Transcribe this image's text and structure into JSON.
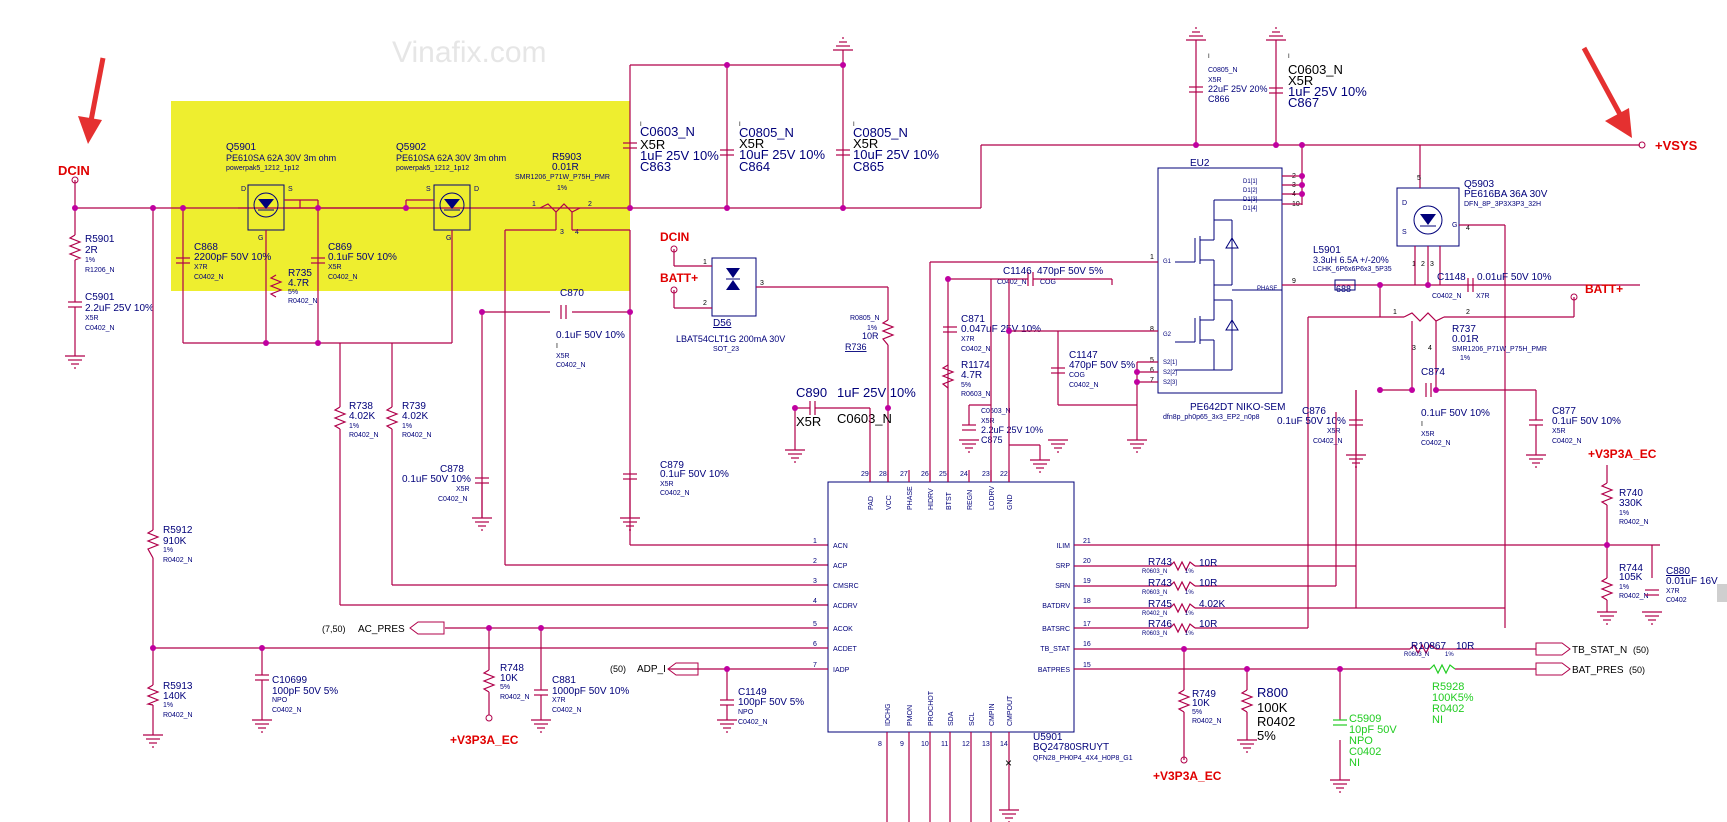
{
  "watermark": "Vinafix.com",
  "power_labels": {
    "dcin_left": "DCIN",
    "vsys": "+VSYS",
    "dcin_mid": "DCIN",
    "batt_mid": "BATT+",
    "batt_right": "BATT+",
    "v3p3a_ec_right": "+V3P3A_EC",
    "v3p3a_ec_bl": "+V3P3A_EC",
    "v3p3a_ec_bm": "+V3P3A_EC"
  },
  "q5901": {
    "ref": "Q5901",
    "val": "PE610SA 62A 30V 3m ohm",
    "pkg": "powerpak5_1212_1p12"
  },
  "q5902": {
    "ref": "Q5902",
    "val": "PE610SA 62A 30V 3m ohm",
    "pkg": "powerpak5_1212_1p12"
  },
  "r5903": {
    "ref": "R5903",
    "val": "0.01R",
    "pkg": "SMR1206_P71W_P75H_PMR",
    "tol": "1%"
  },
  "r5901": {
    "ref": "R5901",
    "val": "2R",
    "tol": "1%",
    "pkg": "R1206_N"
  },
  "c5901": {
    "ref": "C5901",
    "val": "2.2uF 25V 10%",
    "diel": "X5R",
    "pkg": "C0402_N"
  },
  "c868": {
    "ref": "C868",
    "val": "2200pF 50V 10%",
    "diel": "X7R",
    "pkg": "C0402_N"
  },
  "r735": {
    "ref": "R735",
    "val": "4.7R",
    "tol": "5%",
    "pkg": "R0402_N"
  },
  "c869": {
    "ref": "C869",
    "val": "0.1uF 50V 10%",
    "diel": "X5R",
    "pkg": "C0402_N"
  },
  "c863": {
    "pkg": "C0603_N",
    "diel": "X5R",
    "val": "1uF 25V 10%",
    "ref": "C863"
  },
  "c864": {
    "pkg": "C0805_N",
    "diel": "X5R",
    "val": "10uF 25V 10%",
    "ref": "C864"
  },
  "c865": {
    "pkg": "C0805_N",
    "diel": "X5R",
    "val": "10uF 25V 10%",
    "ref": "C865"
  },
  "c866": {
    "pkg": "C0805_N",
    "diel": "X5R",
    "val": "22uF 25V 20%",
    "ref": "C866"
  },
  "c867": {
    "pkg": "C0603_N",
    "diel": "X5R",
    "val": "1uF 25V 10%",
    "ref": "C867"
  },
  "eu2": {
    "ref": "EU2",
    "val": "PE642DT NIKO-SEM",
    "pkg": "dfn8p_ph0p65_3x3_EP2_n0p8",
    "pins": [
      "D1[1]",
      "D1[2]",
      "D1[3]",
      "D1[4]",
      "G1",
      "PHASE",
      "G2",
      "S2[1]",
      "S2[2]",
      "S2[3]"
    ],
    "pinnums": [
      "2",
      "3",
      "4",
      "10",
      "1",
      "9",
      "8",
      "5",
      "6",
      "7"
    ]
  },
  "q5903": {
    "ref": "Q5903",
    "val": "PE616BA 36A 30V",
    "pkg": "DFN_8P_3P3X3P3_32H"
  },
  "l5901": {
    "ref": "L5901",
    "val": "3.3uH 6.5A +/-20%",
    "pkg": "LCHK_6P6x6P6x3_5P35"
  },
  "c1148": {
    "ref": "C1148",
    "val": "0.01uF 50V  10%",
    "diel": "X7R",
    "pkg": "C0402_N"
  },
  "r737": {
    "ref": "R737",
    "val": "0.01R",
    "pkg": "SMR1206_P71W_P75H_PMR",
    "tol": "1%"
  },
  "c1146": {
    "ref": "C1146",
    "val": "470pF 50V 5%",
    "pkg": "C0402_N",
    "diel": "COG"
  },
  "d56": {
    "ref": "D56",
    "val": "LBAT54CLT1G 200mA 30V",
    "pkg": "SOT_23"
  },
  "r736": {
    "ref": "R736",
    "pkg": "R0805_N",
    "tol": "1%",
    "val": "10R"
  },
  "c870": {
    "ref": "C870",
    "val": "0.1uF 50V 10%",
    "diel": "X5R",
    "pkg": "C0402_N"
  },
  "c871": {
    "ref": "C871",
    "val": "0.047uF 25V 10%",
    "diel": "X7R",
    "pkg": "C0402_N"
  },
  "r1174": {
    "ref": "R1174",
    "val": "4.7R",
    "tol": "5%",
    "pkg": "R0603_N"
  },
  "c875": {
    "pkg": "C0603_N",
    "diel": "X5R",
    "val": "2.2uF 25V 10%",
    "ref": "C875"
  },
  "c1147": {
    "ref": "C1147",
    "val": "470pF 50V 5%",
    "diel": "COG",
    "pkg": "C0402_N"
  },
  "c890": {
    "ref": "C890",
    "val": "1uF 25V 10%",
    "diel": "X5R",
    "pkg": "C0603_N"
  },
  "r738": {
    "ref": "R738",
    "val": "4.02K",
    "tol": "1%",
    "pkg": "R0402_N"
  },
  "r739": {
    "ref": "R739",
    "val": "4.02K",
    "tol": "1%",
    "pkg": "R0402_N"
  },
  "c878": {
    "ref": "C878",
    "val": "0.1uF 50V 10%",
    "diel": "X5R",
    "pkg": "C0402_N"
  },
  "c879": {
    "ref": "C879",
    "val": "0.1uF 50V 10%",
    "diel": "X5R",
    "pkg": "C0402_N"
  },
  "c876": {
    "ref": "C876",
    "val": "0.1uF 50V 10%",
    "diel": "X5R",
    "pkg": "C0402_N"
  },
  "c874": {
    "ref": "C874",
    "val": "0.1uF 50V 10%",
    "diel": "X5R",
    "pkg": "C0402_N"
  },
  "c877": {
    "ref": "C877",
    "val": "0.1uF 50V 10%",
    "diel": "X5R",
    "pkg": "C0402_N"
  },
  "r740": {
    "ref": "R740",
    "val": "330K",
    "tol": "1%",
    "pkg": "R0402_N"
  },
  "r744": {
    "ref": "R744",
    "val": "105K",
    "tol": "1%",
    "pkg": "R0402_N"
  },
  "c880": {
    "ref": "C880",
    "val": "0.01uF 16V",
    "diel": "X7R",
    "pkg": "C0402"
  },
  "r5912": {
    "ref": "R5912",
    "val": "910K",
    "tol": "1%",
    "pkg": "R0402_N"
  },
  "r5913": {
    "ref": "R5913",
    "val": "140K",
    "tol": "1%",
    "pkg": "R0402_N"
  },
  "c10699": {
    "ref": "C10699",
    "val": "100pF 50V 5%",
    "diel": "NPO",
    "pkg": "C0402_N"
  },
  "r748": {
    "ref": "R748",
    "val": "10K",
    "tol": "5%",
    "pkg": "R0402_N"
  },
  "c881": {
    "ref": "C881",
    "val": "1000pF 50V 10%",
    "diel": "X7R",
    "pkg": "C0402_N"
  },
  "c1149": {
    "ref": "C1149",
    "val": "100pF 50V 5%",
    "diel": "NPO",
    "pkg": "C0402_N"
  },
  "r743a": {
    "ref": "R743",
    "val": "10R",
    "pkg": "R0603_N",
    "tol": "1%"
  },
  "r743b": {
    "ref": "R743",
    "val": "10R",
    "pkg": "R0603_N",
    "tol": "1%"
  },
  "r745": {
    "ref": "R745",
    "val": "4.02K",
    "pkg": "R0402_N",
    "tol": "1%"
  },
  "r746": {
    "ref": "R746",
    "val": "10R",
    "pkg": "R0603_N",
    "tol": "1%"
  },
  "r10867": {
    "ref": "R10867",
    "val": "10R",
    "pkg": "R0603_N",
    "tol": "1%"
  },
  "r5928": {
    "ref": "R5928",
    "val": "100K5%",
    "pkg": "R0402",
    "ni": "NI"
  },
  "r749": {
    "ref": "R749",
    "val": "10K",
    "tol": "5%",
    "pkg": "R0402_N"
  },
  "r800": {
    "ref": "R800",
    "val": "100K",
    "pkg": "R0402",
    "tol": "5%"
  },
  "c5909": {
    "ref": "C5909",
    "val": "10pF 50V",
    "diel": "NPO",
    "pkg": "C0402",
    "ni": "NI"
  },
  "u5901": {
    "ref": "U5901",
    "val": "BQ24780SRUYT",
    "pkg": "QFN28_PH0P4_4X4_H0P8_G1",
    "top_pins": [
      "PAD",
      "VCC",
      "PHASE",
      "HIDRV",
      "BTST",
      "REGN",
      "LODRV",
      "GND"
    ],
    "top_nums": [
      "29",
      "28",
      "27",
      "26",
      "25",
      "24",
      "23",
      "22"
    ],
    "left_pins": [
      "ACN",
      "ACP",
      "CMSRC",
      "ACDRV",
      "ACOK",
      "ACDET",
      "IADP"
    ],
    "left_nums": [
      "1",
      "2",
      "3",
      "4",
      "5",
      "6",
      "7"
    ],
    "right_pins": [
      "ILIM",
      "SRP",
      "SRN",
      "BATDRV",
      "BATSRC",
      "TB_STAT",
      "BATPRES"
    ],
    "right_nums": [
      "21",
      "20",
      "19",
      "18",
      "17",
      "16",
      "15"
    ],
    "bottom_pins": [
      "IDCHG",
      "PMON",
      "PROCHOT",
      "SDA",
      "SCL",
      "CMPIN",
      "CMPOUT"
    ],
    "bottom_nums": [
      "8",
      "9",
      "10",
      "11",
      "12",
      "13",
      "14"
    ]
  },
  "signals": {
    "ac_pres": "AC_PRES",
    "ac_pres_ref": "(7,50)",
    "adp_i": "ADP_I",
    "adp_i_ref": "(50)",
    "tb_stat_n": "TB_STAT_N",
    "tb_stat_ref": "(50)",
    "bat_pres": "BAT_PRES",
    "bat_pres_ref": "(50)"
  },
  "pin_numbers": {
    "r5903": [
      "1",
      "2",
      "3",
      "4"
    ],
    "d56": [
      "1",
      "2",
      "3"
    ],
    "q5903": [
      "5",
      "4",
      "1",
      "2",
      "3"
    ],
    "r737": [
      "1",
      "2",
      "3",
      "4"
    ],
    "q5901": [
      "D",
      "S",
      "G"
    ],
    "q5902": [
      "D",
      "S",
      "G"
    ]
  },
  "misc": {
    "l5901_code": "688"
  },
  "colors": {
    "wire": "#b0004a",
    "text": "#00007a",
    "power": "#e00000",
    "ni_part": "#22cc22",
    "highlight": "#f0f020"
  }
}
